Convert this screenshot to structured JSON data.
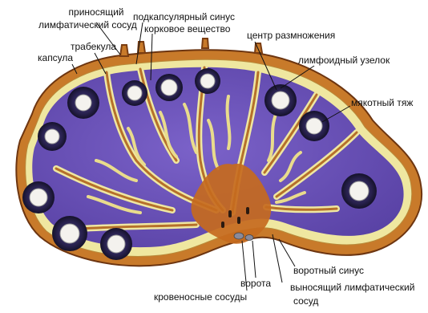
{
  "diagram": {
    "labels": {
      "afferent_vessel_1": "приносящий",
      "afferent_vessel_2": "лимфатический сосуд",
      "subcapsular_sinus": "подкапсулярный синус",
      "cortex": "корковое вещество",
      "germinal_center": "центр размножения",
      "trabecula": "трабекула",
      "capsule": "капсула",
      "lymphoid_nodule": "лимфоидный узелок",
      "medullary_cord": "мякотный тяж",
      "hilar_sinus": "воротный синус",
      "hilum": "ворота",
      "blood_vessels": "кровеносные сосуды",
      "efferent_vessel_1": "выносящий лимфатический",
      "efferent_vessel_2": "сосуд"
    },
    "colors": {
      "capsule": "#c87a2a",
      "capsule_dark": "#7a3d12",
      "sinus": "#efe7a0",
      "cortex": "#6a52b8",
      "cortex_dark": "#3e2c80",
      "nodule_rim": "#1c1838",
      "nodule_center": "#f4f2ee",
      "medulla_orange": "#c66a1e"
    }
  }
}
